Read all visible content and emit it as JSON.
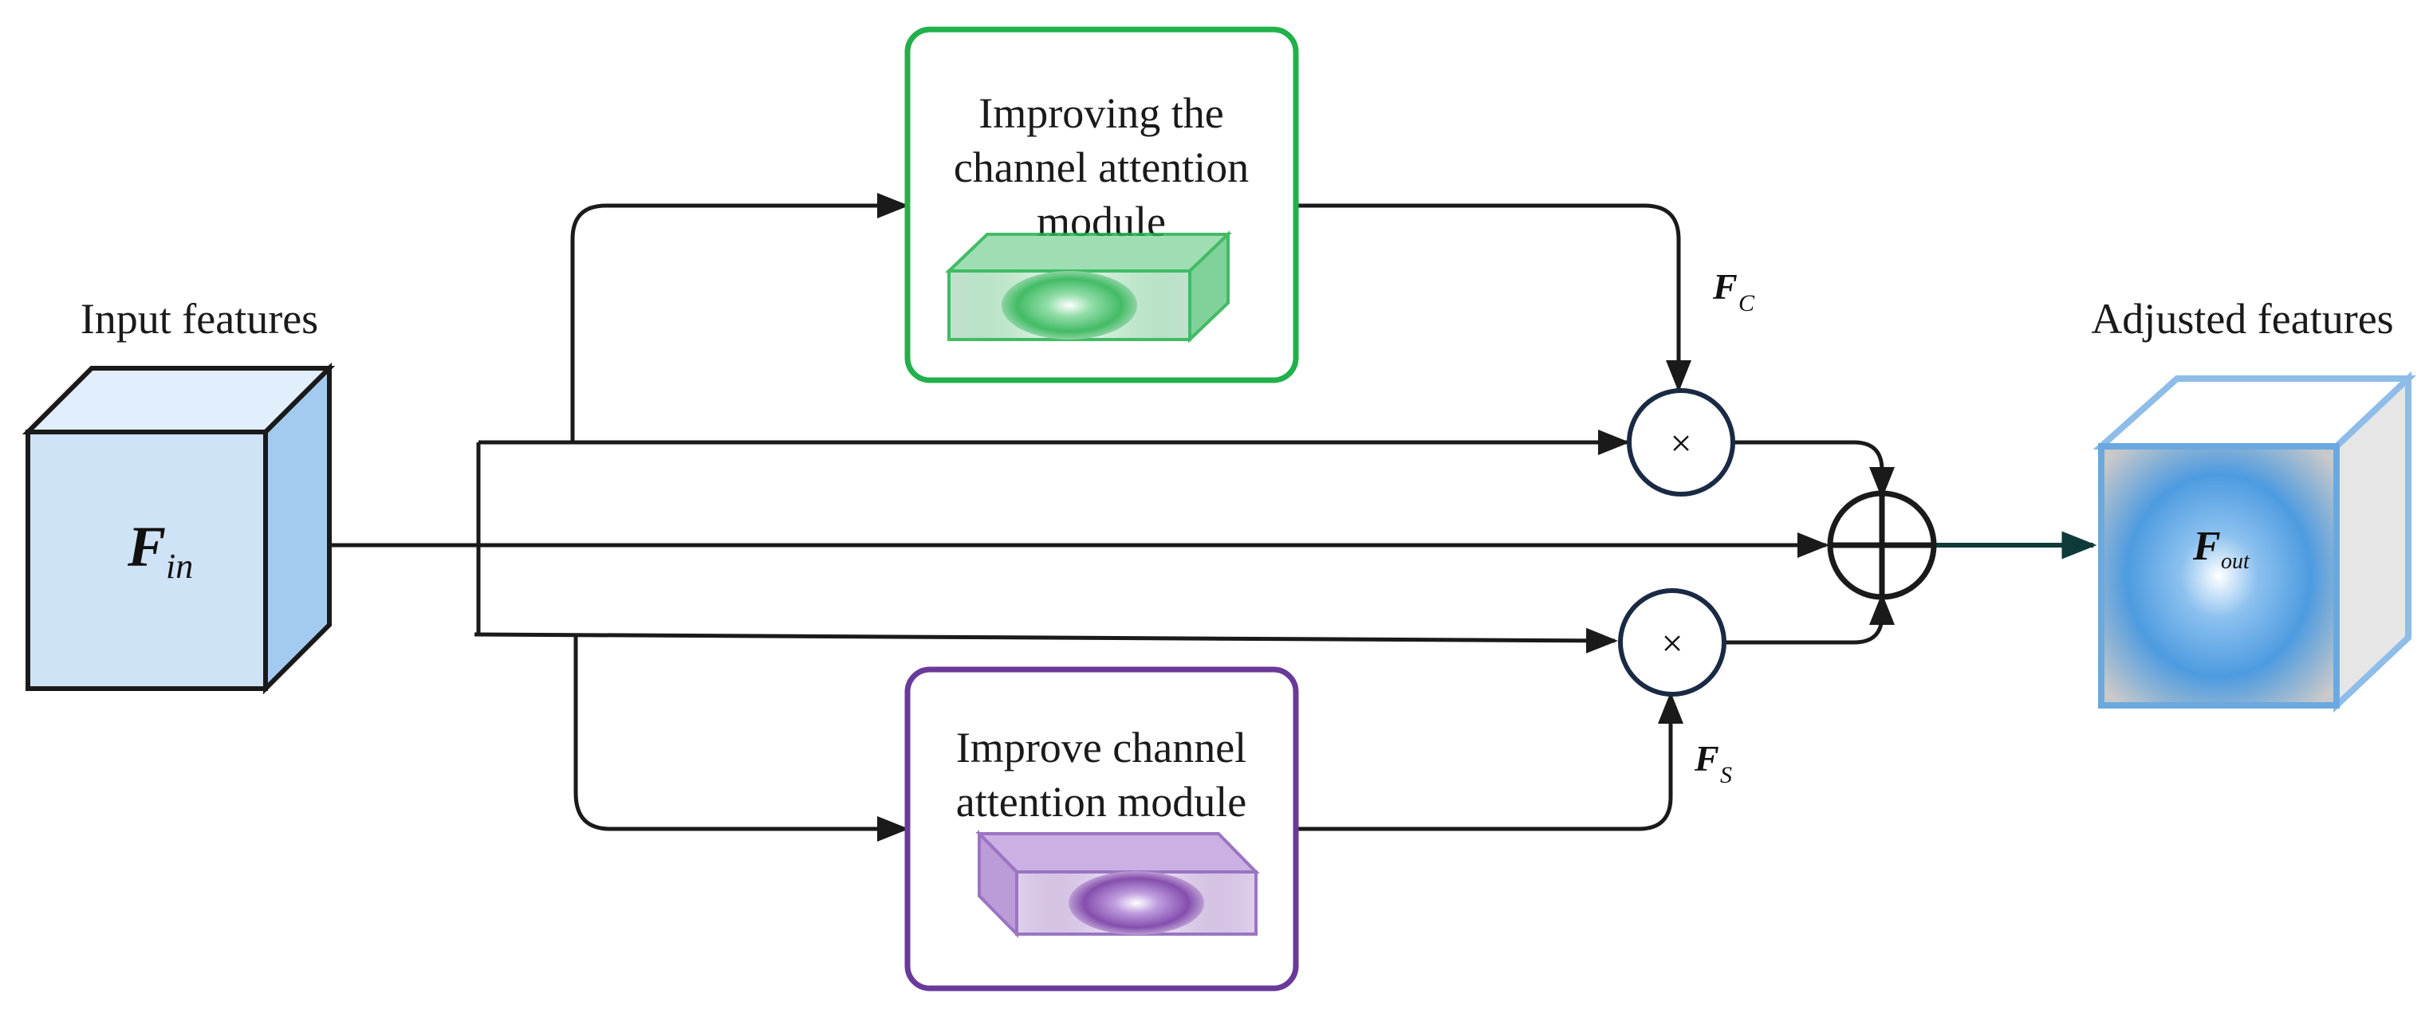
{
  "input": {
    "caption": "Input features",
    "symbol": "F",
    "subscript": "in"
  },
  "output": {
    "caption": "Adjusted features",
    "symbol": "F",
    "subscript": "out"
  },
  "modules": {
    "top": {
      "line1": "Improving the",
      "line2": "channel attention",
      "line3": "module",
      "border_color": "#22b04b"
    },
    "bottom": {
      "line1": "Improve channel",
      "line2": "attention module",
      "border_color": "#6a3a9a"
    }
  },
  "signals": {
    "fc_symbol": "F",
    "fc_subscript": "C",
    "fs_symbol": "F",
    "fs_subscript": "S"
  },
  "operators": {
    "multiply_top": "×",
    "multiply_bottom": "×"
  },
  "colors": {
    "input_cube": "#cfe3f7",
    "output_cube": "#4d9be0",
    "arrow_to_output": "#0f3a3a"
  }
}
